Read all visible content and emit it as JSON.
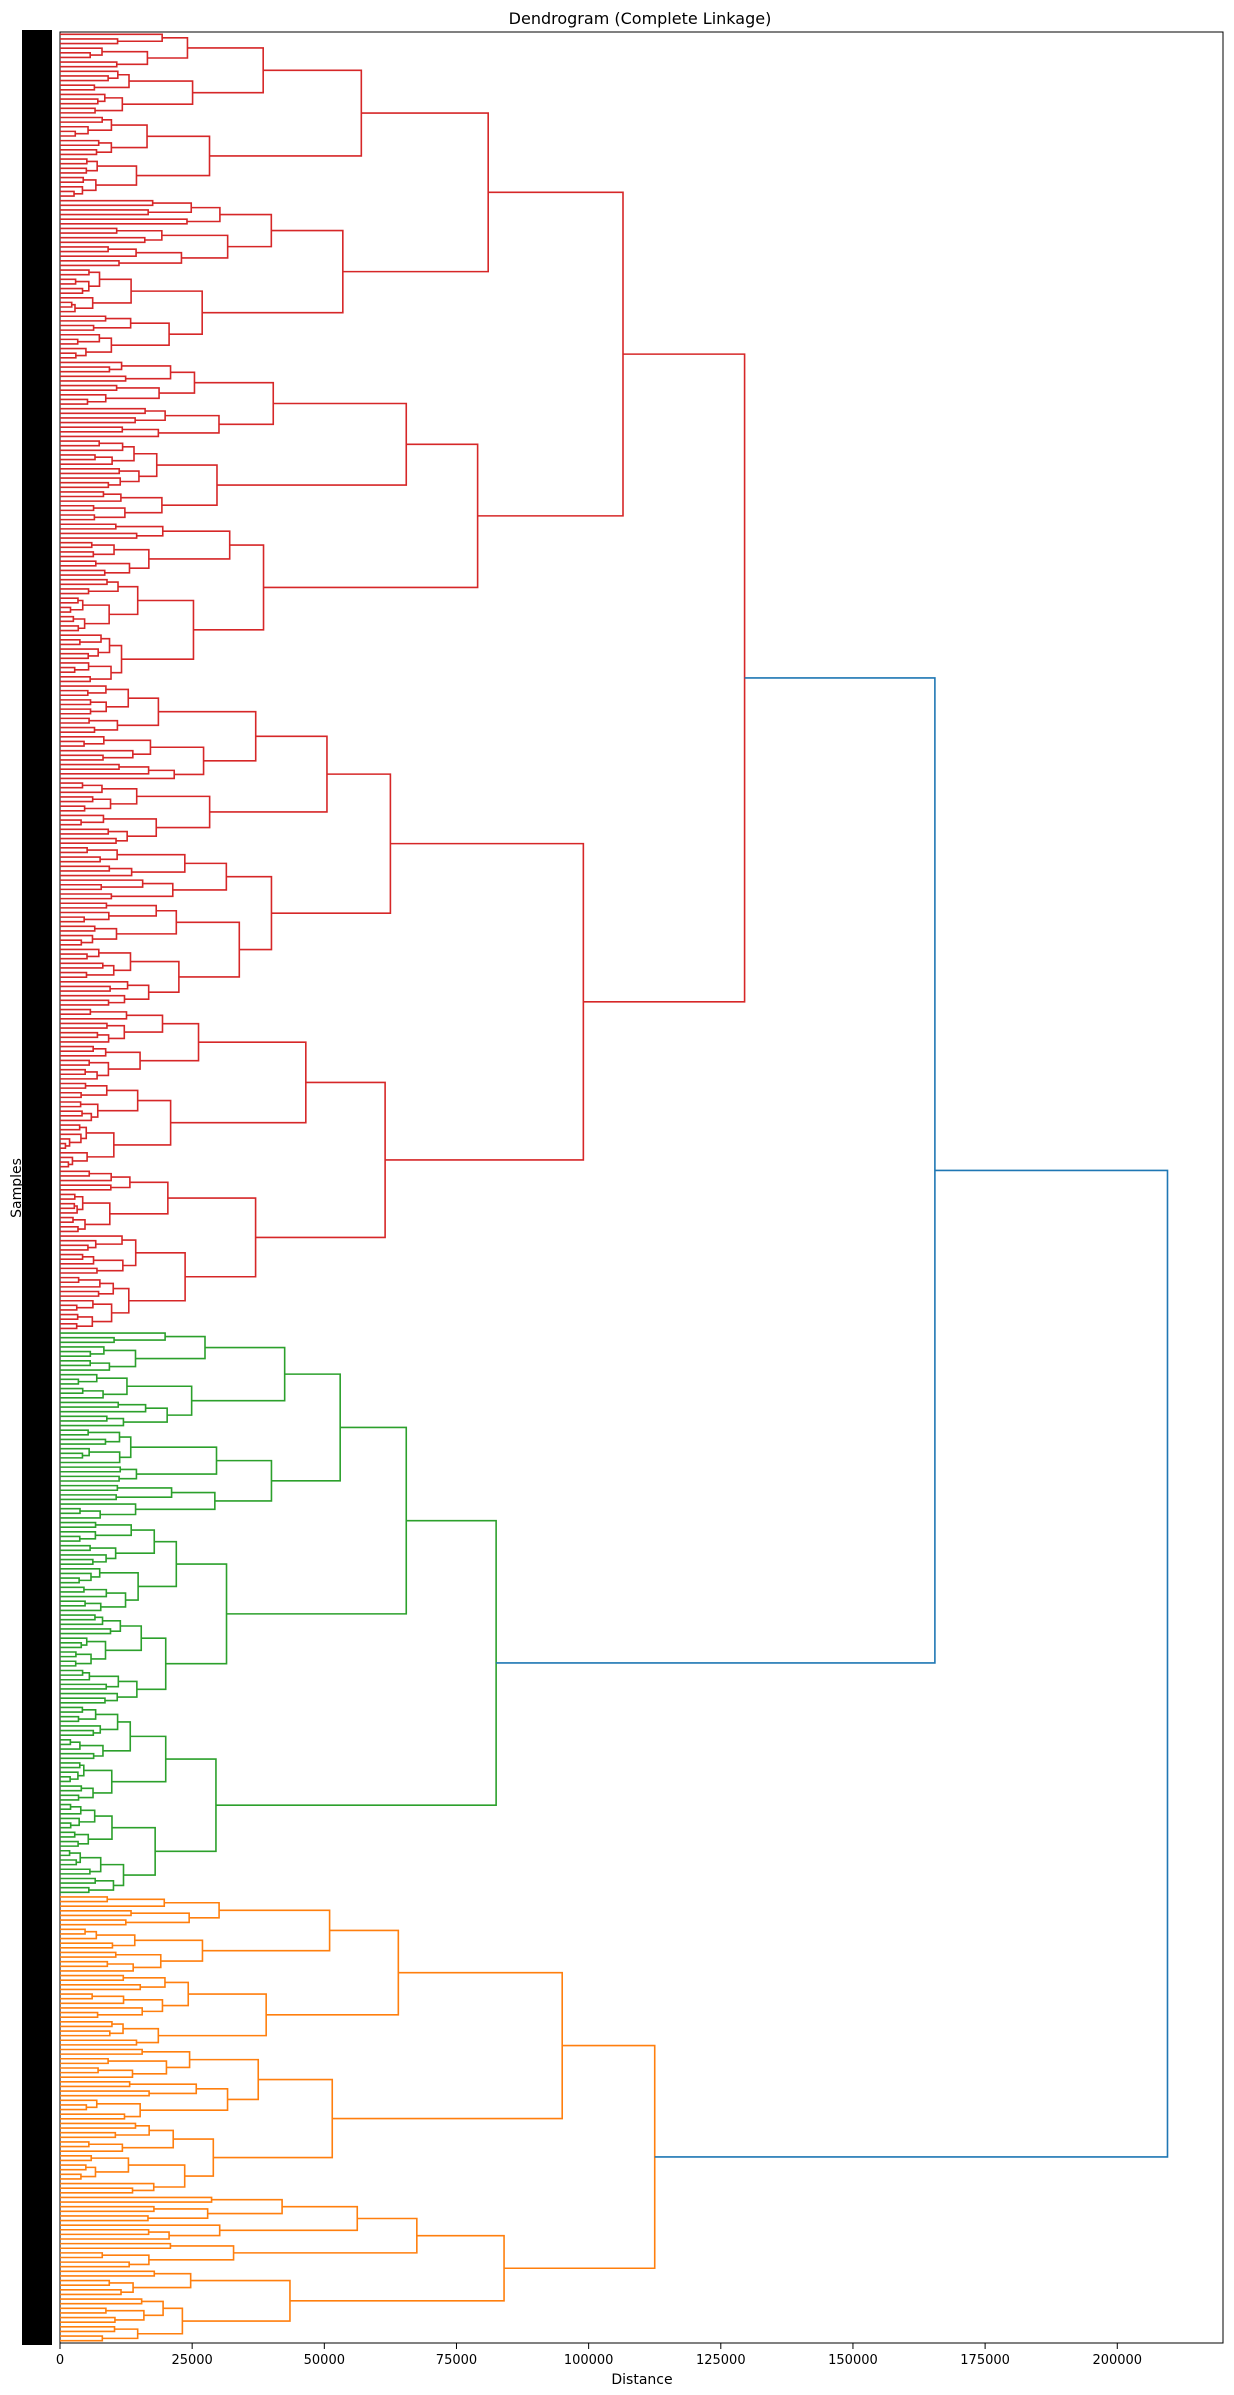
{
  "chart_data": {
    "type": "dendrogram",
    "title": "Dendrogram (Complete Linkage)",
    "xlabel": "Distance",
    "ylabel": "Samples",
    "orientation": "left",
    "xlim": [
      0,
      220000
    ],
    "xticks": [
      0,
      25000,
      50000,
      75000,
      100000,
      125000,
      150000,
      175000,
      200000
    ],
    "xtick_labels": [
      "0",
      "25000",
      "50000",
      "75000",
      "100000",
      "125000",
      "150000",
      "175000",
      "200000"
    ],
    "leaf_label_color": "#000000",
    "colors": {
      "red": "#d62728",
      "green": "#2ca02c",
      "orange": "#ff7f0e",
      "blue": "#1f77b4"
    },
    "n_leaves": 500,
    "clusters": [
      {
        "color": "red",
        "merge_height": 129500,
        "children": [
          {
            "merge_height": 106500,
            "children": [
              {
                "merge_height": 81000,
                "children": [
                  57000,
                  53500
                ]
              },
              {
                "merge_height": 79000,
                "children": [
                  65500,
                  38500
                ]
              }
            ]
          },
          {
            "merge_height": 99000,
            "children": [
              {
                "merge_height": 62500,
                "children": [
                  50500,
                  40000
                ]
              },
              {
                "merge_height": 61500,
                "children": [
                  46500,
                  37000
                ]
              }
            ]
          }
        ]
      },
      {
        "color": "green",
        "merge_height": 82500,
        "children": [
          {
            "merge_height": 65500,
            "children": [
              {
                "merge_height": 53000,
                "children": [
                  42500,
                  40000
                ]
              },
              {
                "merge_height": 31500,
                "children": [
                  22000,
                  20000
                ]
              }
            ]
          },
          {
            "merge_height": 29500,
            "children": [
              20000,
              18000
            ]
          }
        ]
      },
      {
        "color": "orange",
        "merge_height": 112500,
        "children": [
          {
            "merge_height": 95000,
            "children": [
              {
                "merge_height": 64000,
                "children": [
                  51000,
                  39000
                ]
              },
              {
                "merge_height": 51500,
                "children": [
                  37500,
                  29000
                ]
              }
            ]
          },
          {
            "merge_height": 84000,
            "children": [
              67500,
              43500
            ]
          }
        ]
      }
    ],
    "links": [
      {
        "color": "blue",
        "height": 165500,
        "joins": [
          "red",
          "green"
        ]
      },
      {
        "color": "blue",
        "height": 209500,
        "joins": [
          "red+green",
          "orange"
        ]
      }
    ]
  }
}
